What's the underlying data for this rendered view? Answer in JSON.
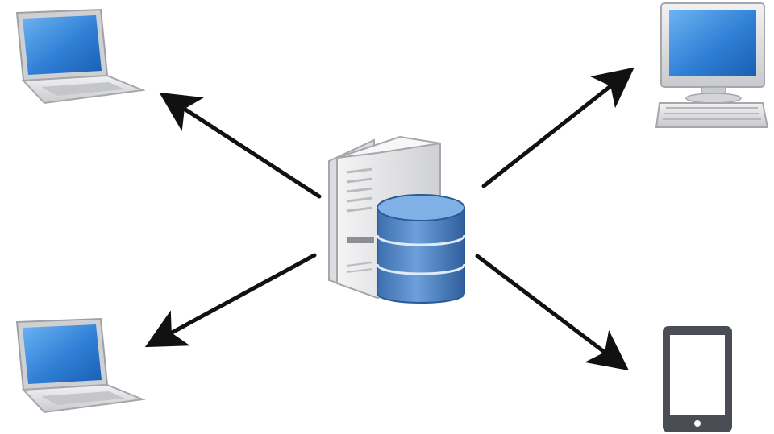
{
  "diagram": {
    "nodes": [
      {
        "id": "server",
        "icon": "database-server-icon",
        "role": "central"
      },
      {
        "id": "laptop-top-left",
        "icon": "laptop-icon"
      },
      {
        "id": "desktop-top-right",
        "icon": "desktop-computer-icon"
      },
      {
        "id": "laptop-bottom-left",
        "icon": "laptop-icon"
      },
      {
        "id": "tablet-bottom-right",
        "icon": "tablet-icon"
      }
    ],
    "edges": [
      {
        "from": "server",
        "to": "laptop-top-left",
        "directed": true
      },
      {
        "from": "server",
        "to": "desktop-top-right",
        "directed": true
      },
      {
        "from": "server",
        "to": "laptop-bottom-left",
        "directed": true
      },
      {
        "from": "server",
        "to": "tablet-bottom-right",
        "directed": true
      }
    ],
    "colors": {
      "arrow": "#111111",
      "screen": "#2f7fd6",
      "device_body": "#d9dadc",
      "database": "#4f86c6",
      "tablet": "#4a4d54"
    }
  }
}
